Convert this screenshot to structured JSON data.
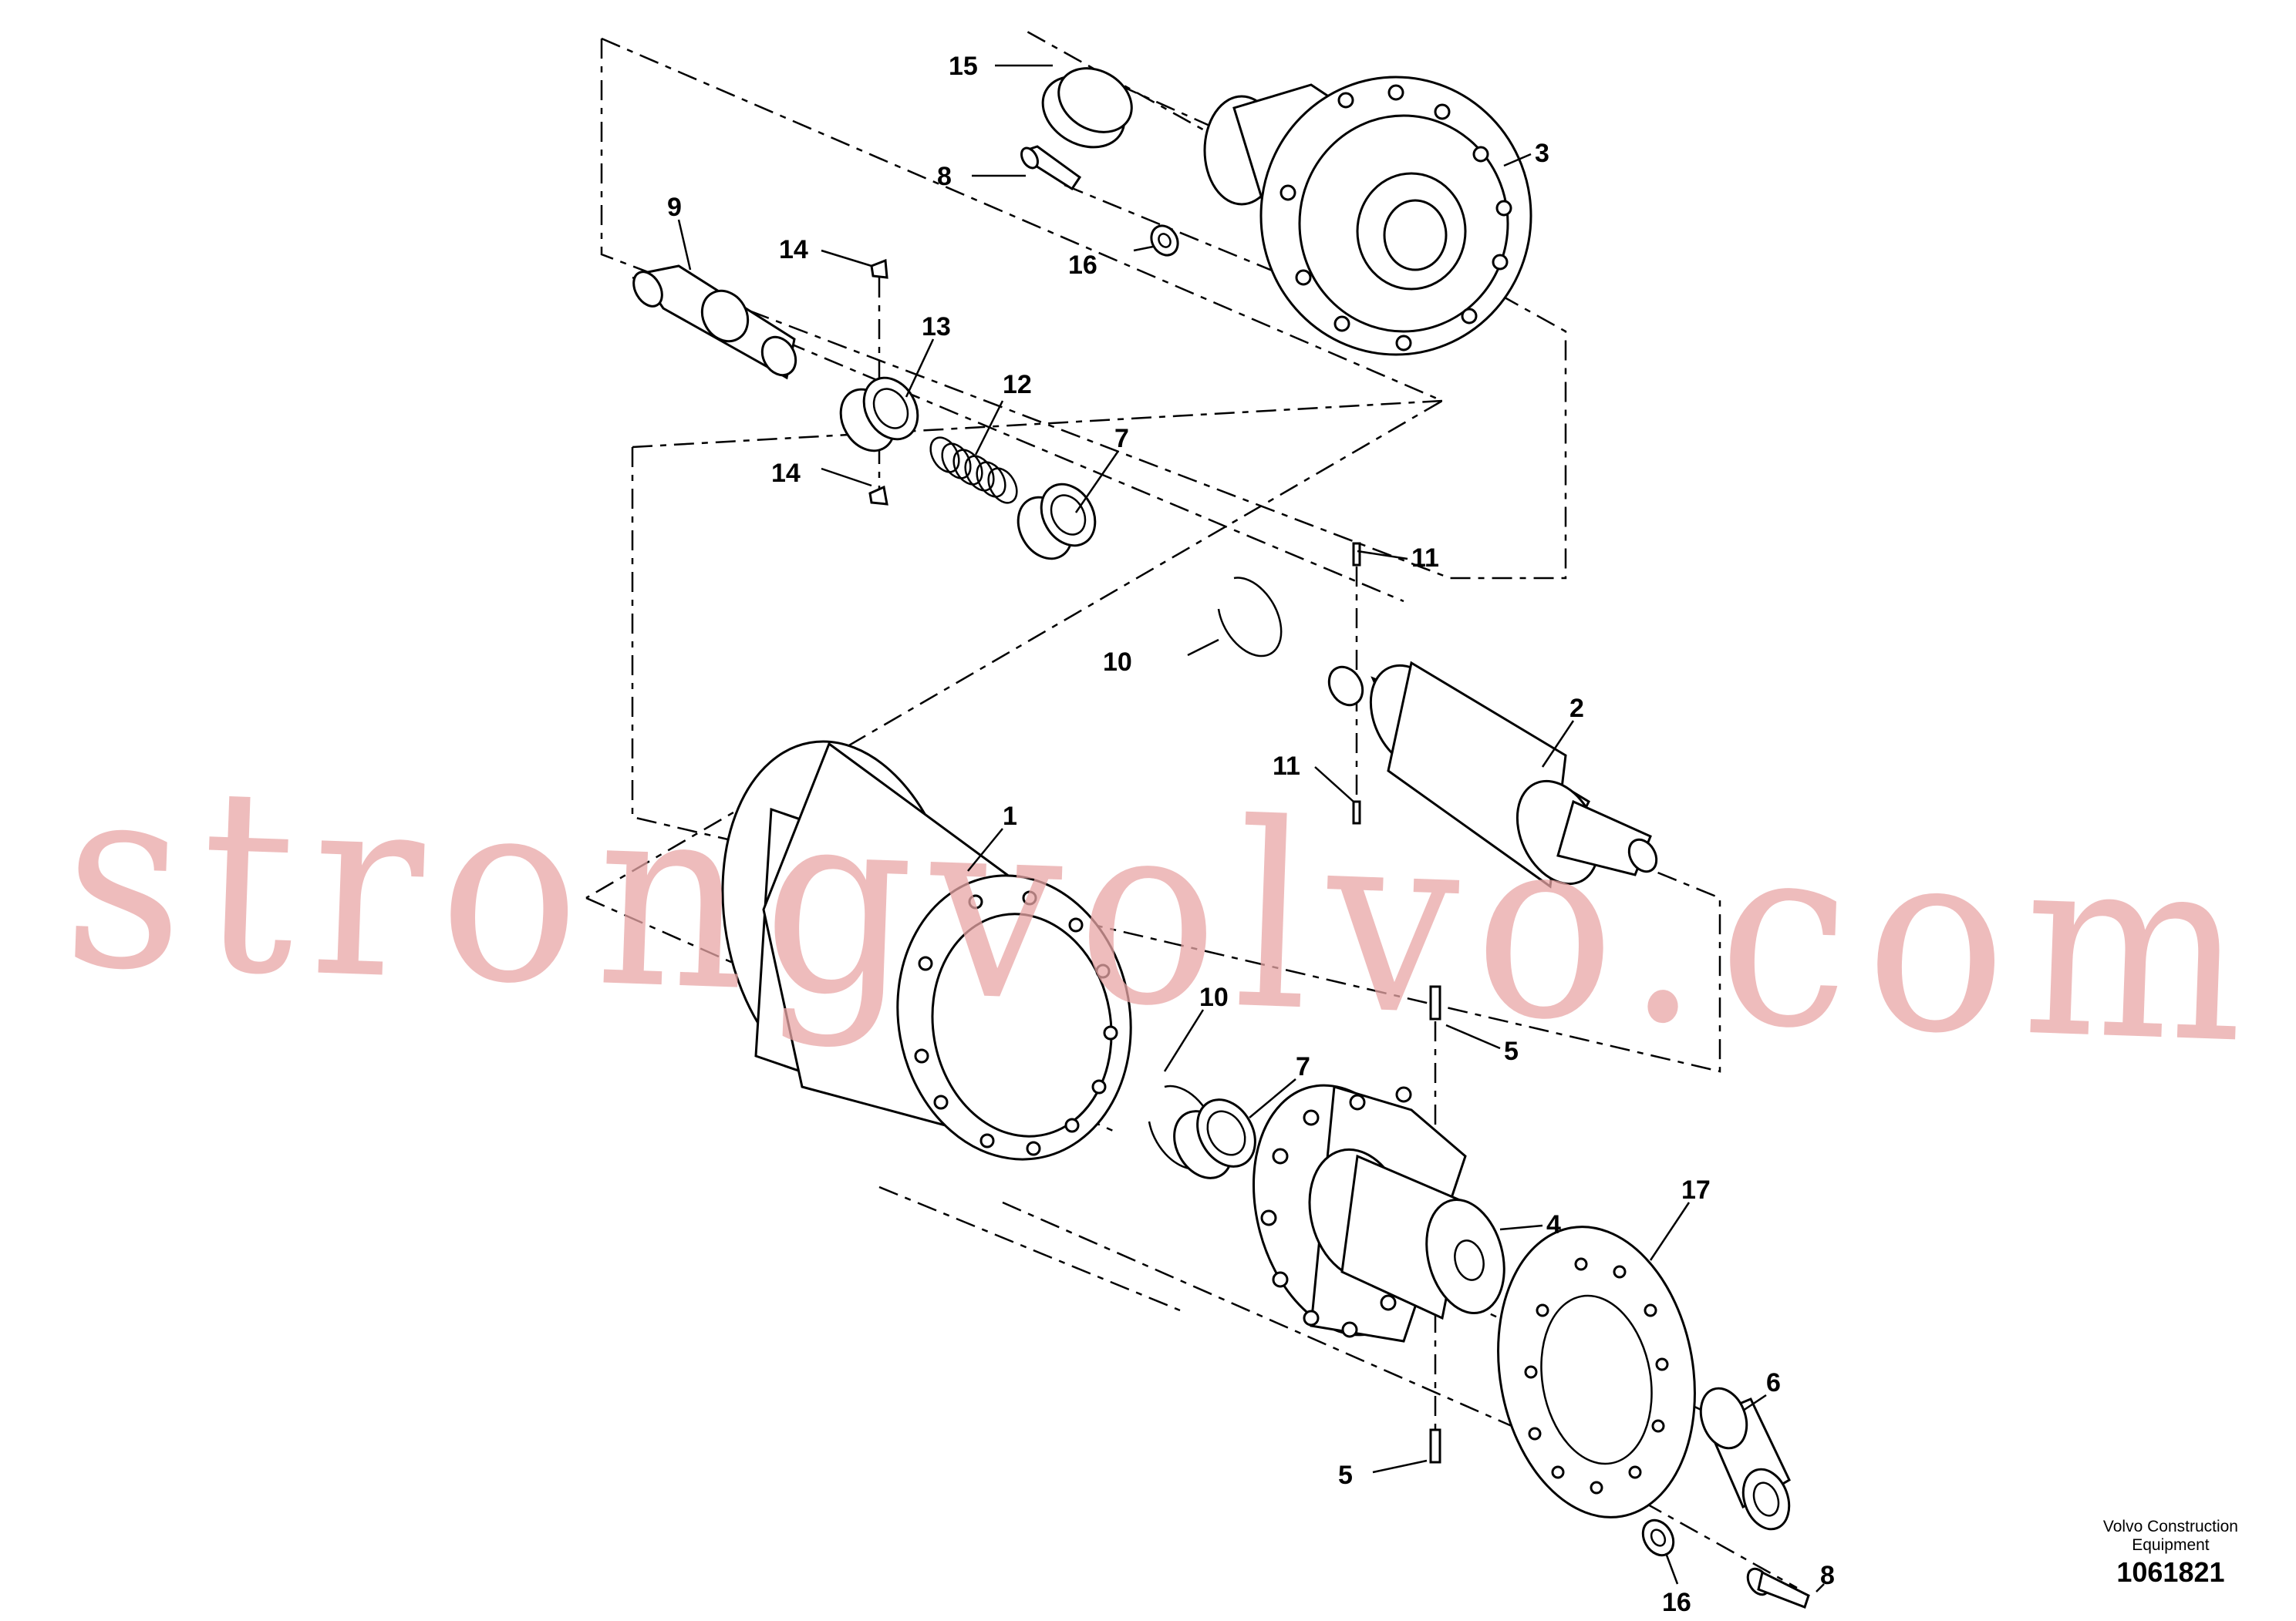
{
  "callouts": [
    {
      "id": "c15",
      "label": "15"
    },
    {
      "id": "c3",
      "label": "3"
    },
    {
      "id": "c8a",
      "label": "8"
    },
    {
      "id": "c9",
      "label": "9"
    },
    {
      "id": "c14a",
      "label": "14"
    },
    {
      "id": "c16a",
      "label": "16"
    },
    {
      "id": "c13",
      "label": "13"
    },
    {
      "id": "c12",
      "label": "12"
    },
    {
      "id": "c7a",
      "label": "7"
    },
    {
      "id": "c14b",
      "label": "14"
    },
    {
      "id": "c11a",
      "label": "11"
    },
    {
      "id": "c10a",
      "label": "10"
    },
    {
      "id": "c2",
      "label": "2"
    },
    {
      "id": "c11b",
      "label": "11"
    },
    {
      "id": "c1",
      "label": "1"
    },
    {
      "id": "c10b",
      "label": "10"
    },
    {
      "id": "c7b",
      "label": "7"
    },
    {
      "id": "c5a",
      "label": "5"
    },
    {
      "id": "c4",
      "label": "4"
    },
    {
      "id": "c17",
      "label": "17"
    },
    {
      "id": "c6",
      "label": "6"
    },
    {
      "id": "c5b",
      "label": "5"
    },
    {
      "id": "c8b",
      "label": "8"
    },
    {
      "id": "c16b",
      "label": "16"
    }
  ],
  "watermark": "strongvolvo.com",
  "footer": {
    "org_line1": "Volvo Construction",
    "org_line2": "Equipment",
    "drawing_number": "1061821"
  }
}
